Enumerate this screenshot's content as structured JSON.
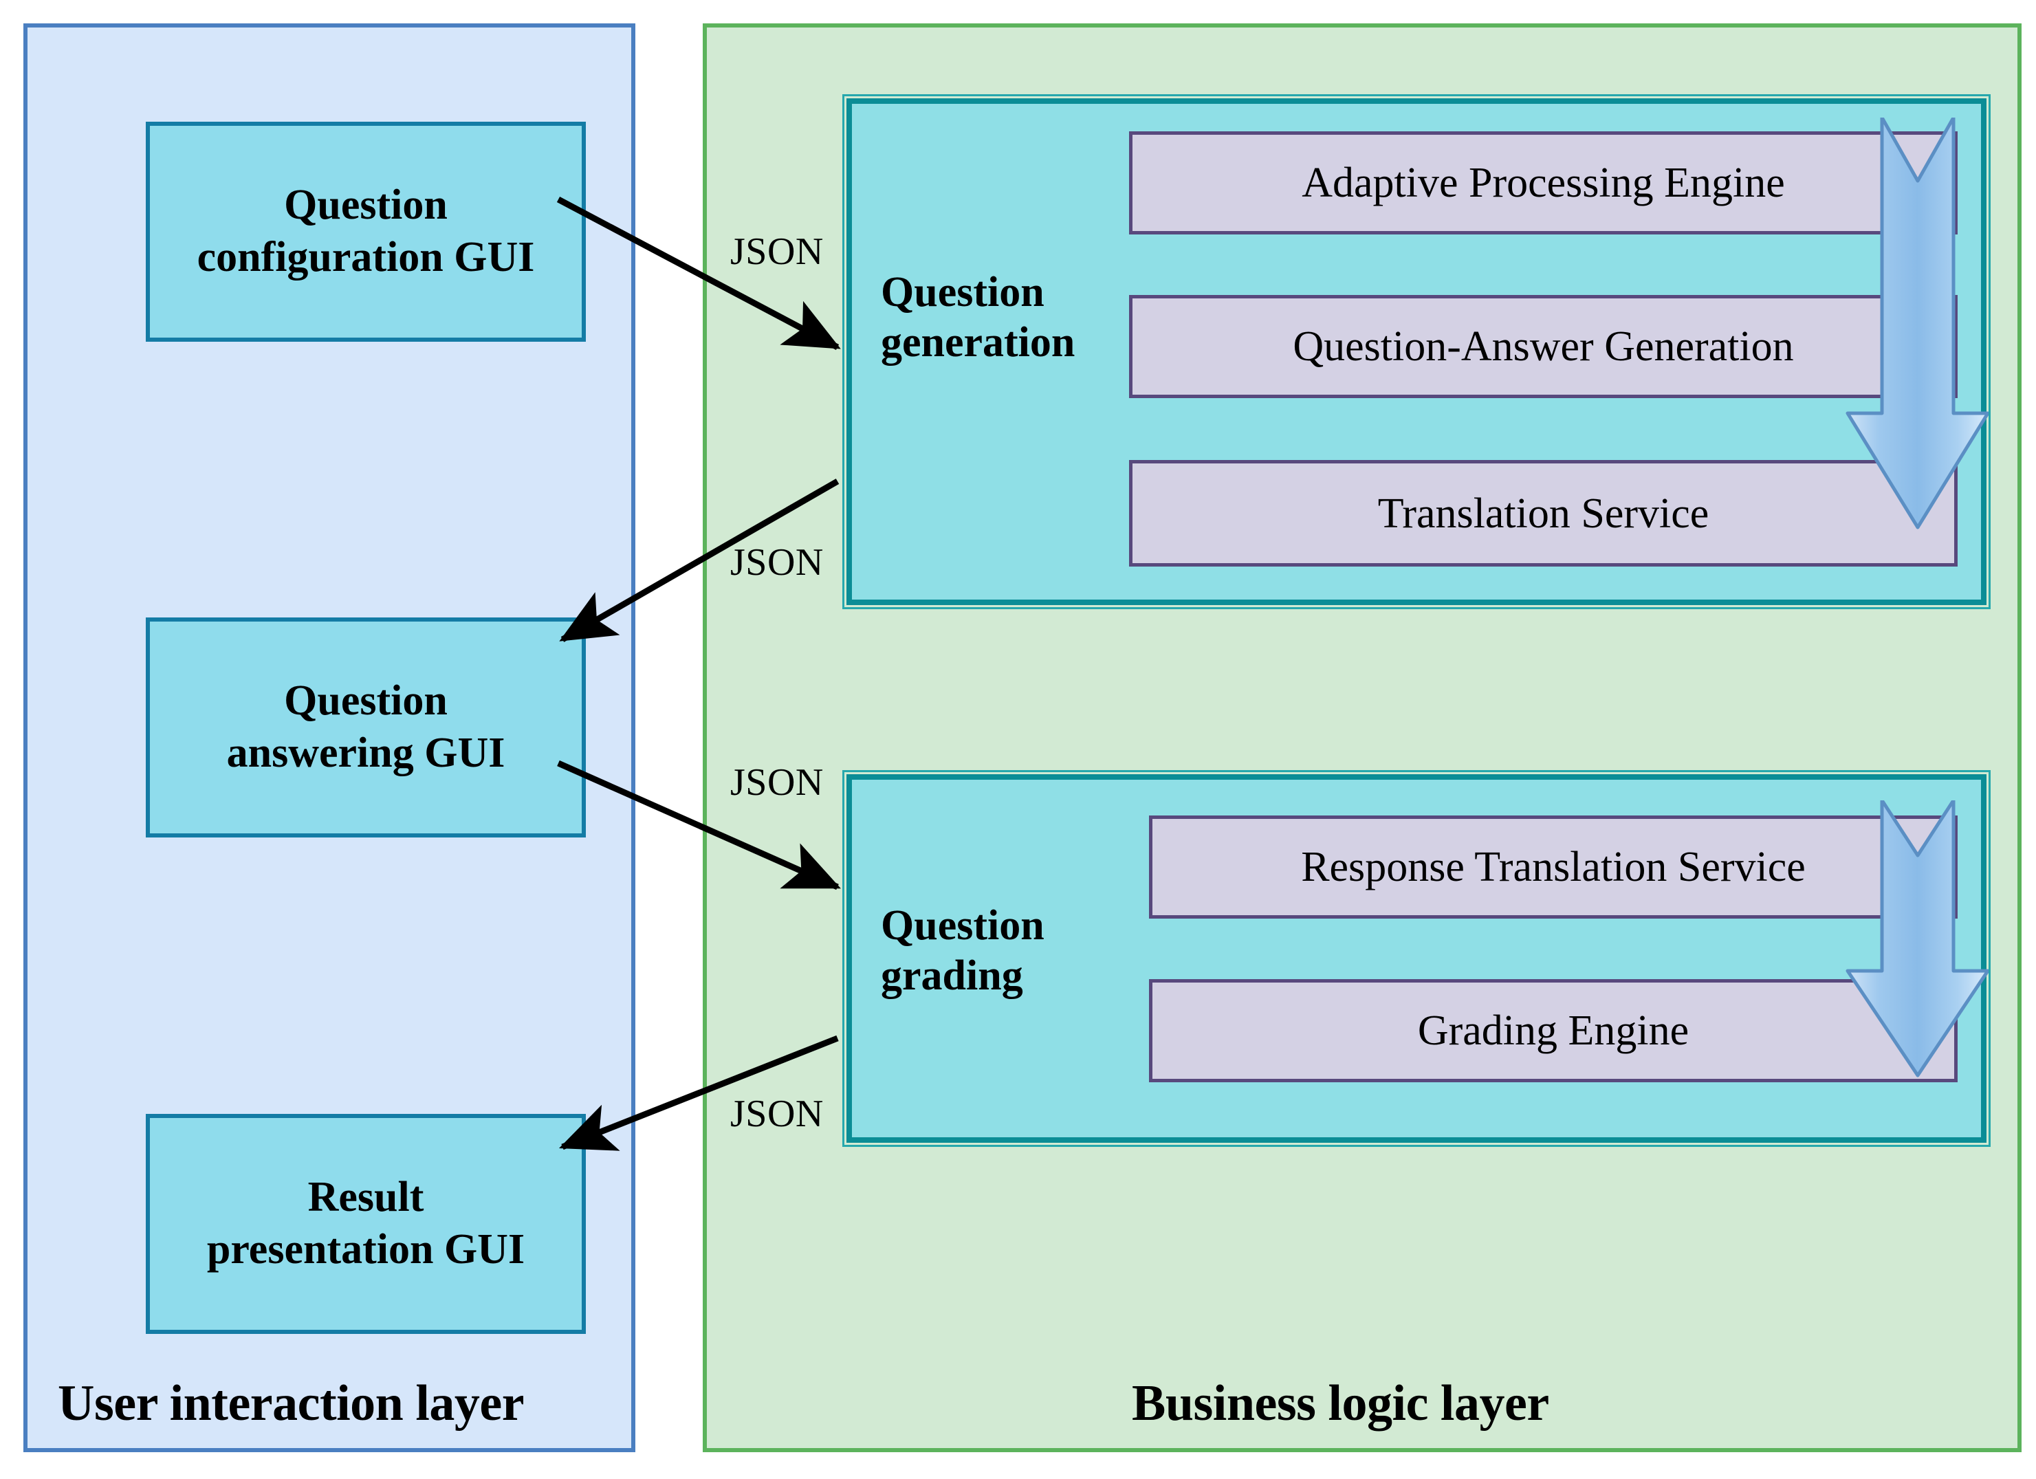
{
  "diagram": {
    "title": "Three-layer question generation and grading architecture",
    "colors": {
      "user_layer_fill": "#d6e6fa",
      "user_layer_border": "#4a7fc1",
      "business_layer_fill": "#d2ead3",
      "business_layer_border": "#5cb35c",
      "gui_box_fill": "#8fdcec",
      "gui_box_border": "#147ca5",
      "service_block_fill": "#8fdfe6",
      "service_block_border": "#0b8d96",
      "service_row_fill": "#d4d1e4",
      "service_row_border": "#58497d",
      "arrow_fill": "#9cc8ee",
      "arrow_border": "#5b8fc4",
      "connector_stroke": "#000000"
    }
  },
  "user_layer": {
    "caption": "User interaction layer",
    "boxes": [
      {
        "label": "Question\nconfiguration GUI",
        "name": "question-configuration-gui"
      },
      {
        "label": "Question\nanswering GUI",
        "name": "question-answering-gui"
      },
      {
        "label": "Result\npresentation GUI",
        "name": "result-presentation-gui"
      }
    ]
  },
  "business_layer": {
    "caption": "Business logic layer",
    "blocks": [
      {
        "title": "Question\ngeneration",
        "name": "question-generation",
        "flow_arrow": "down-arrow",
        "services": [
          "Adaptive Processing Engine",
          "Question-Answer Generation",
          "Translation Service"
        ]
      },
      {
        "title": "Question\ngrading",
        "name": "question-grading",
        "flow_arrow": "down-arrow",
        "services": [
          "Response Translation Service",
          "Grading Engine"
        ]
      }
    ]
  },
  "connectors": [
    {
      "label": "JSON",
      "from": "question-configuration-gui",
      "to": "question-generation",
      "direction": "right"
    },
    {
      "label": "JSON",
      "from": "question-generation",
      "to": "question-answering-gui",
      "direction": "left"
    },
    {
      "label": "JSON",
      "from": "question-answering-gui",
      "to": "question-grading",
      "direction": "right"
    },
    {
      "label": "JSON",
      "from": "question-grading",
      "to": "result-presentation-gui",
      "direction": "left"
    }
  ]
}
